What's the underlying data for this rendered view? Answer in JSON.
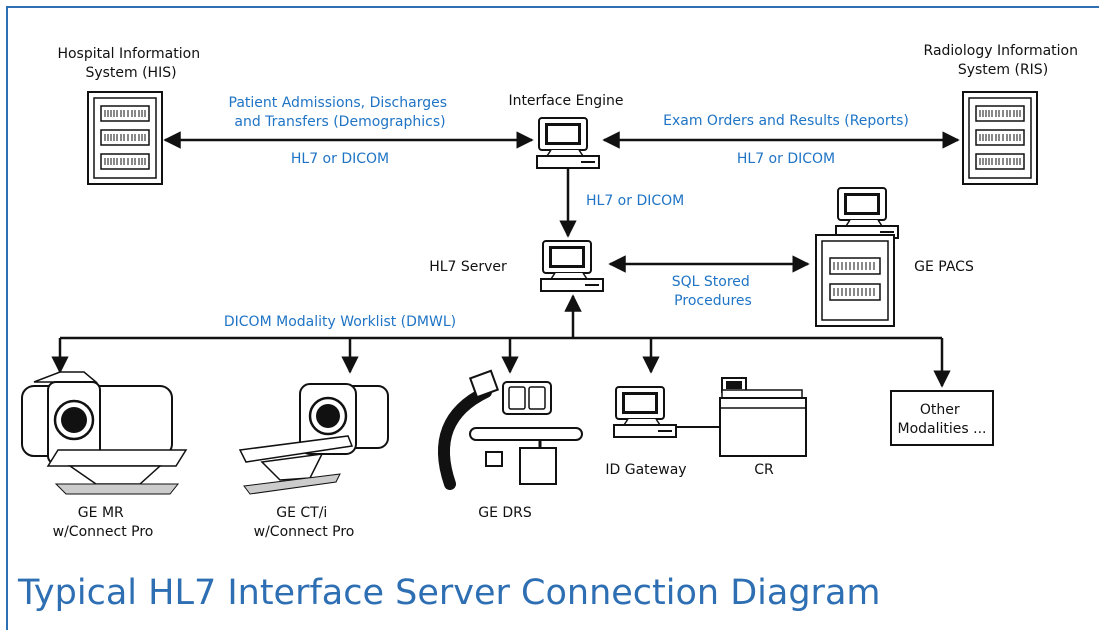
{
  "nodes": {
    "his": [
      "Hospital Information",
      "System (HIS)"
    ],
    "ris": [
      "Radiology Information",
      "System (RIS)"
    ],
    "interface_engine": "Interface Engine",
    "hl7_server": "HL7 Server",
    "ge_pacs": "GE PACS",
    "ge_mr": [
      "GE MR",
      "w/Connect Pro"
    ],
    "ge_ct": [
      "GE CT/i",
      "w/Connect Pro"
    ],
    "ge_drs": "GE DRS",
    "id_gateway": "ID Gateway",
    "cr": "CR",
    "other": [
      "Other",
      "Modalities ..."
    ]
  },
  "edges": {
    "his_engine": [
      "Patient Admissions, Discharges",
      "and Transfers (Demographics)"
    ],
    "his_engine_protocol": "HL7 or DICOM",
    "engine_ris": "Exam Orders and Results (Reports)",
    "engine_ris_protocol": "HL7 or DICOM",
    "engine_server_protocol": "HL7 or DICOM",
    "server_pacs": [
      "SQL Stored",
      "Procedures"
    ],
    "dmwl": "DICOM Modality Worklist (DMWL)"
  },
  "title": "Typical HL7 Interface Server Connection Diagram",
  "colors": {
    "accent": "#2e6fb3",
    "edge_label": "#1f74c5"
  }
}
